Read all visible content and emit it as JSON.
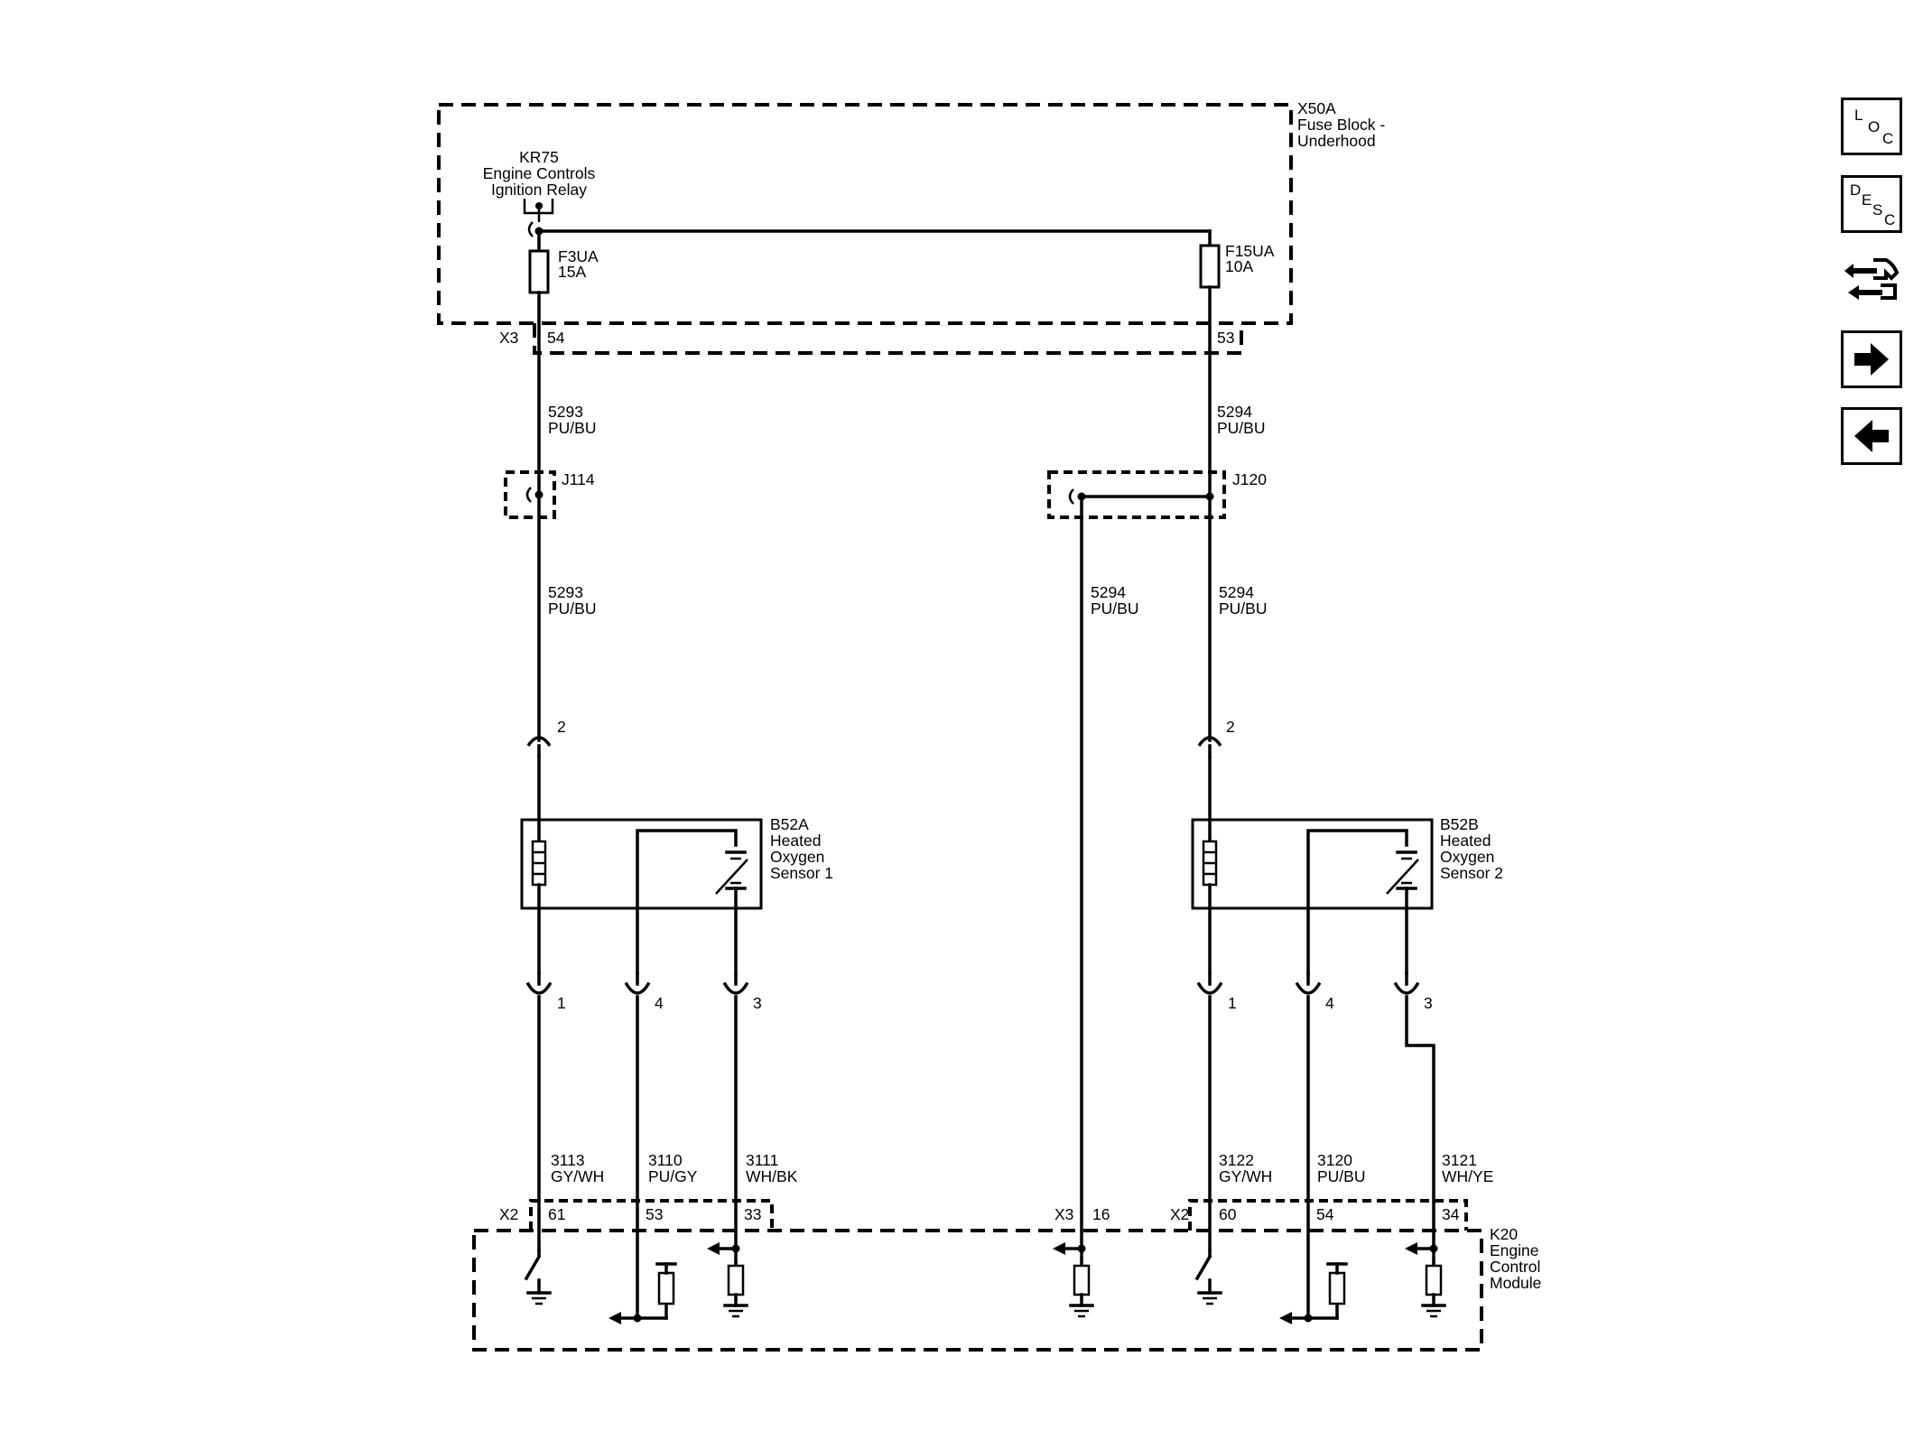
{
  "fuse_block": {
    "id": "X50A",
    "line1": "Fuse Block -",
    "line2": "Underhood"
  },
  "relay": {
    "id": "KR75",
    "line1": "Engine Controls",
    "line2": "Ignition Relay"
  },
  "fuses": [
    {
      "id": "F3UA",
      "rating": "15A"
    },
    {
      "id": "F15UA",
      "rating": "10A"
    }
  ],
  "connector_x3_top": {
    "name": "X3",
    "pins": [
      "54",
      "53"
    ]
  },
  "circuits": {
    "c5293_upper": {
      "num": "5293",
      "color": "PU/BU"
    },
    "c5294_upper": {
      "num": "5294",
      "color": "PU/BU"
    },
    "c5293_lower": {
      "num": "5293",
      "color": "PU/BU"
    },
    "c5294_left": {
      "num": "5294",
      "color": "PU/BU"
    },
    "c5294_right": {
      "num": "5294",
      "color": "PU/BU"
    },
    "c3113": {
      "num": "3113",
      "color": "GY/WH"
    },
    "c3110": {
      "num": "3110",
      "color": "PU/GY"
    },
    "c3111": {
      "num": "3111",
      "color": "WH/BK"
    },
    "c3122": {
      "num": "3122",
      "color": "GY/WH"
    },
    "c3120": {
      "num": "3120",
      "color": "PU/BU"
    },
    "c3121": {
      "num": "3121",
      "color": "WH/YE"
    }
  },
  "splices": {
    "j114": "J114",
    "j120": "J120"
  },
  "sensor1": {
    "id": "B52A",
    "line1": "Heated",
    "line2": "Oxygen",
    "line3": "Sensor 1",
    "pin_top": "2",
    "pins_bottom": [
      "1",
      "4",
      "3"
    ]
  },
  "sensor2": {
    "id": "B52B",
    "line1": "Heated",
    "line2": "Oxygen",
    "line3": "Sensor 2",
    "pin_top": "2",
    "pins_bottom": [
      "1",
      "4",
      "3"
    ]
  },
  "ecm": {
    "id": "K20",
    "line1": "Engine",
    "line2": "Control",
    "line3": "Module",
    "conn_x2_left": {
      "name": "X2",
      "pins": [
        "61",
        "53",
        "33"
      ]
    },
    "conn_x3": {
      "name": "X3",
      "pin": "16"
    },
    "conn_x2_right": {
      "name": "X2",
      "pins": [
        "60",
        "54",
        "34"
      ]
    }
  },
  "nav": {
    "loc": [
      "L",
      "O",
      "C"
    ],
    "desc": [
      "D",
      "E",
      "S",
      "C"
    ]
  }
}
